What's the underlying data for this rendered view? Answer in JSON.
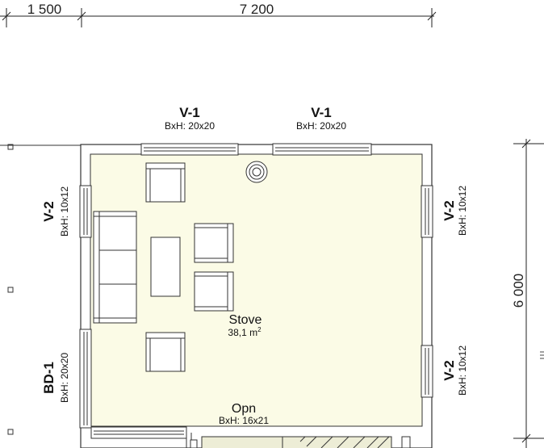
{
  "dimensions": {
    "top_left": "1 500",
    "top_main": "7 200",
    "right_side": "6 000"
  },
  "windows": {
    "top_left": {
      "tag": "V-1",
      "size": "BxH:  20x20"
    },
    "top_right": {
      "tag": "V-1",
      "size": "BxH:  20x20"
    },
    "left_upper": {
      "tag": "V-2",
      "size": "BxH:  10x12"
    },
    "right_upper": {
      "tag": "V-2",
      "size": "BxH:  10x12"
    },
    "right_lower": {
      "tag": "V-2",
      "size": "BxH:  10x12"
    }
  },
  "doors": {
    "left": {
      "tag": "BD-1",
      "size": "BxH:  20x20"
    },
    "bottom": {
      "tag": "Opn",
      "size": "BxH:  16x21"
    }
  },
  "room": {
    "name": "Stove",
    "area_value": "38,1 m",
    "area_unit_sup": "2"
  },
  "colors": {
    "floor_fill": "#fbfbe6",
    "wall_line": "#333333",
    "background": "#ffffff"
  },
  "icons": [
    "stove-icon",
    "armchair-icon",
    "sofa-icon",
    "coffee-table-icon",
    "stair-icon",
    "grip-handle-icon"
  ]
}
